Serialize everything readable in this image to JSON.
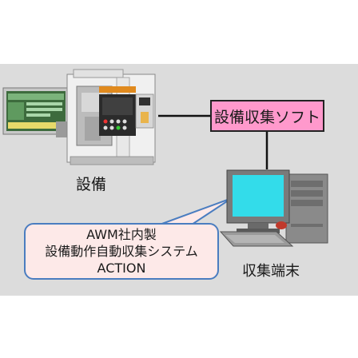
{
  "diagram": {
    "equipment_label": "設備",
    "software_label": "設備収集ソフト",
    "terminal_label": "収集端末",
    "callout": {
      "line1": "AWM社内製",
      "line2": "設備動作自動収集システム",
      "line3": "ACTION"
    },
    "colors": {
      "background_panel": "#dcdcdc",
      "software_box": "#ff99cc",
      "callout_fill": "#fde9e8",
      "callout_border": "#4a7dc0",
      "screen": "#33dcea"
    }
  }
}
